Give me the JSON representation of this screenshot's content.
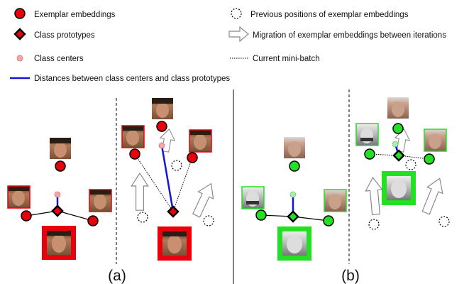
{
  "legend": {
    "exemplar": "Exemplar embeddings",
    "prototype": "Class prototypes",
    "center": "Class centers",
    "distance": "Distances between class centers and class prototypes",
    "previous": "Previous positions of exemplar embeddings",
    "migration": "Migration of exemplar embeddings between iterations",
    "minibatch": "Current mini-batch"
  },
  "panels": {
    "a": "(a)",
    "b": "(b)"
  },
  "colors": {
    "exemplar_a": "#e8000b",
    "exemplar_b": "#22e022",
    "prototype_fill": "#e8000b",
    "center": "#f0a8a8",
    "distance": "#1515d6",
    "frame_a": "#e8000b",
    "frame_b": "#22e022"
  },
  "faces": {
    "icon": "face-photo-icon"
  }
}
